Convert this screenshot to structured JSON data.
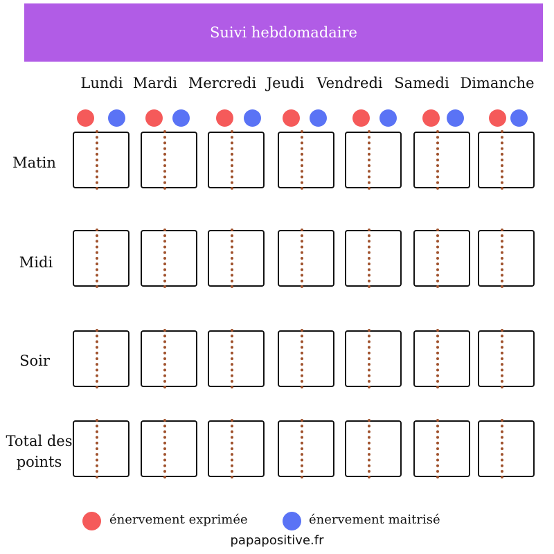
{
  "header": {
    "title": "Suivi hebdomadaire"
  },
  "colors": {
    "banner": "#b15ce6",
    "red": "#f55a5a",
    "blue": "#5a73f5"
  },
  "days": [
    "Lundi",
    "Mardi",
    "Mercredi",
    "Jeudi",
    "Vendredi",
    "Samedi",
    "Dimanche"
  ],
  "rows": [
    "Matin",
    "Midi",
    "Soir",
    "Total des points"
  ],
  "legend": {
    "red_label": "énervement exprimée",
    "blue_label": "énervement maitrisé"
  },
  "footer": {
    "site": "papapositive.fr"
  }
}
